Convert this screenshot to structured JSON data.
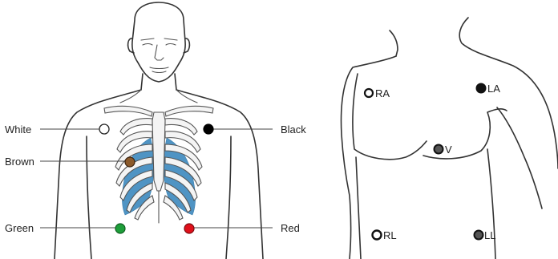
{
  "left_panel": {
    "electrodes": [
      {
        "key": "white",
        "label": "White",
        "color": "#ffffff"
      },
      {
        "key": "brown",
        "label": "Brown",
        "color": "#8b5a2b"
      },
      {
        "key": "green",
        "label": "Green",
        "color": "#1e9e3a"
      },
      {
        "key": "black",
        "label": "Black",
        "color": "#000000"
      },
      {
        "key": "red",
        "label": "Red",
        "color": "#e0101a"
      }
    ]
  },
  "right_panel": {
    "leads": [
      {
        "key": "ra",
        "label": "RA"
      },
      {
        "key": "la",
        "label": "LA"
      },
      {
        "key": "v",
        "label": "V"
      },
      {
        "key": "rl",
        "label": "RL"
      },
      {
        "key": "ll",
        "label": "LL"
      }
    ]
  },
  "colors": {
    "lung": "#4f94c4",
    "outline": "#333333"
  }
}
